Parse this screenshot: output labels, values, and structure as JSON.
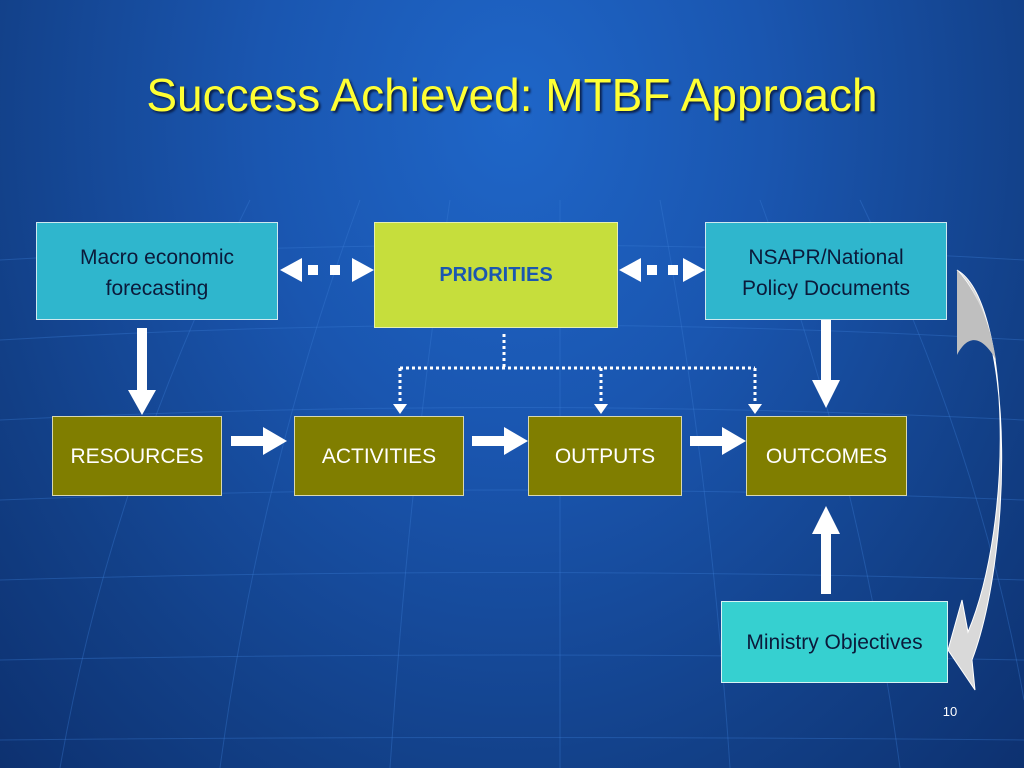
{
  "title": "Success Achieved: MTBF Approach",
  "page_number": "10",
  "nodes": {
    "macro": "Macro economic forecasting",
    "priorities": "PRIORITIES",
    "nsapr": "NSAPR/National Policy Documents",
    "resources": "RESOURCES",
    "activities": "ACTIVITIES",
    "outputs": "OUTPUTS",
    "outcomes": "OUTCOMES",
    "ministry": "Ministry Objectives"
  },
  "colors": {
    "title": "#ffff33",
    "teal_box": "#2fb6cd",
    "olive_box": "#807e00",
    "lime_box": "#c6de3c",
    "aqua_box": "#36d0d0",
    "arrow": "#ffffff",
    "curved_arrow": "#d9d9d9"
  },
  "connections": [
    {
      "from": "macro",
      "to": "priorities",
      "style": "dashed-bidirectional"
    },
    {
      "from": "priorities",
      "to": "nsapr",
      "style": "dashed-bidirectional"
    },
    {
      "from": "macro",
      "to": "resources",
      "style": "solid"
    },
    {
      "from": "resources",
      "to": "activities",
      "style": "solid"
    },
    {
      "from": "activities",
      "to": "outputs",
      "style": "solid"
    },
    {
      "from": "outputs",
      "to": "outcomes",
      "style": "solid"
    },
    {
      "from": "priorities",
      "to": "activities",
      "style": "dotted"
    },
    {
      "from": "priorities",
      "to": "outputs",
      "style": "dotted"
    },
    {
      "from": "priorities",
      "to": "outcomes",
      "style": "dotted"
    },
    {
      "from": "nsapr",
      "to": "outcomes",
      "style": "solid"
    },
    {
      "from": "ministry",
      "to": "outcomes",
      "style": "solid"
    },
    {
      "from": "nsapr",
      "to": "ministry",
      "style": "curved"
    }
  ]
}
